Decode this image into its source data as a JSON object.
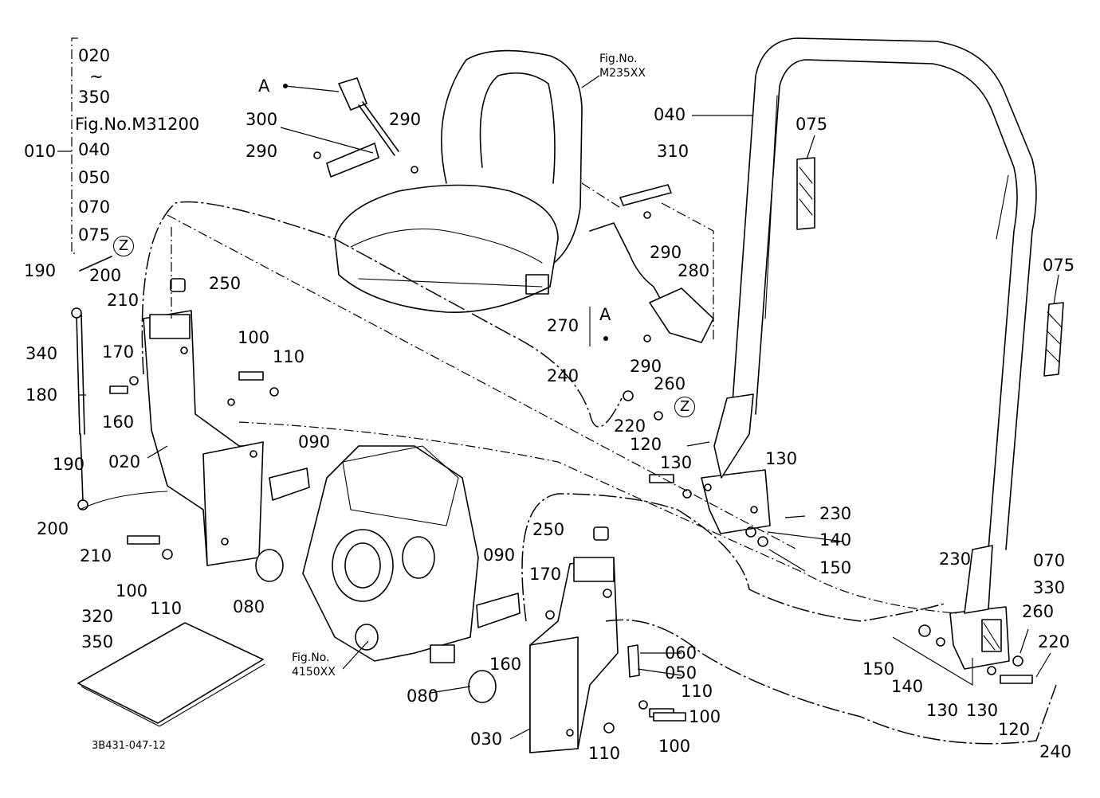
{
  "drawing_code": "3B431-047-12",
  "group": {
    "label": "010",
    "items": [
      "020",
      "~",
      "350",
      "Fig.No.M31200",
      "040",
      "050",
      "070",
      "075"
    ]
  },
  "figure_refs": {
    "seat": [
      "Fig.No.",
      "M235XX"
    ],
    "transmission": [
      "Fig.No.",
      "4150XX"
    ]
  },
  "markers": {
    "a_label": "A",
    "z_label": "Z"
  },
  "callouts": {
    "c020": "020",
    "c030": "030",
    "c040": "040",
    "c050": "050",
    "c060": "060",
    "c070": "070",
    "c075": "075",
    "c080": "080",
    "c090": "090",
    "c100": "100",
    "c110": "110",
    "c120": "120",
    "c130": "130",
    "c140": "140",
    "c150": "150",
    "c160": "160",
    "c170": "170",
    "c180": "180",
    "c190": "190",
    "c200": "200",
    "c210": "210",
    "c220": "220",
    "c230": "230",
    "c240": "240",
    "c250": "250",
    "c260": "260",
    "c270": "270",
    "c280": "280",
    "c290": "290",
    "c300": "300",
    "c310": "310",
    "c320": "320",
    "c330": "330",
    "c340": "340",
    "c350": "350"
  }
}
